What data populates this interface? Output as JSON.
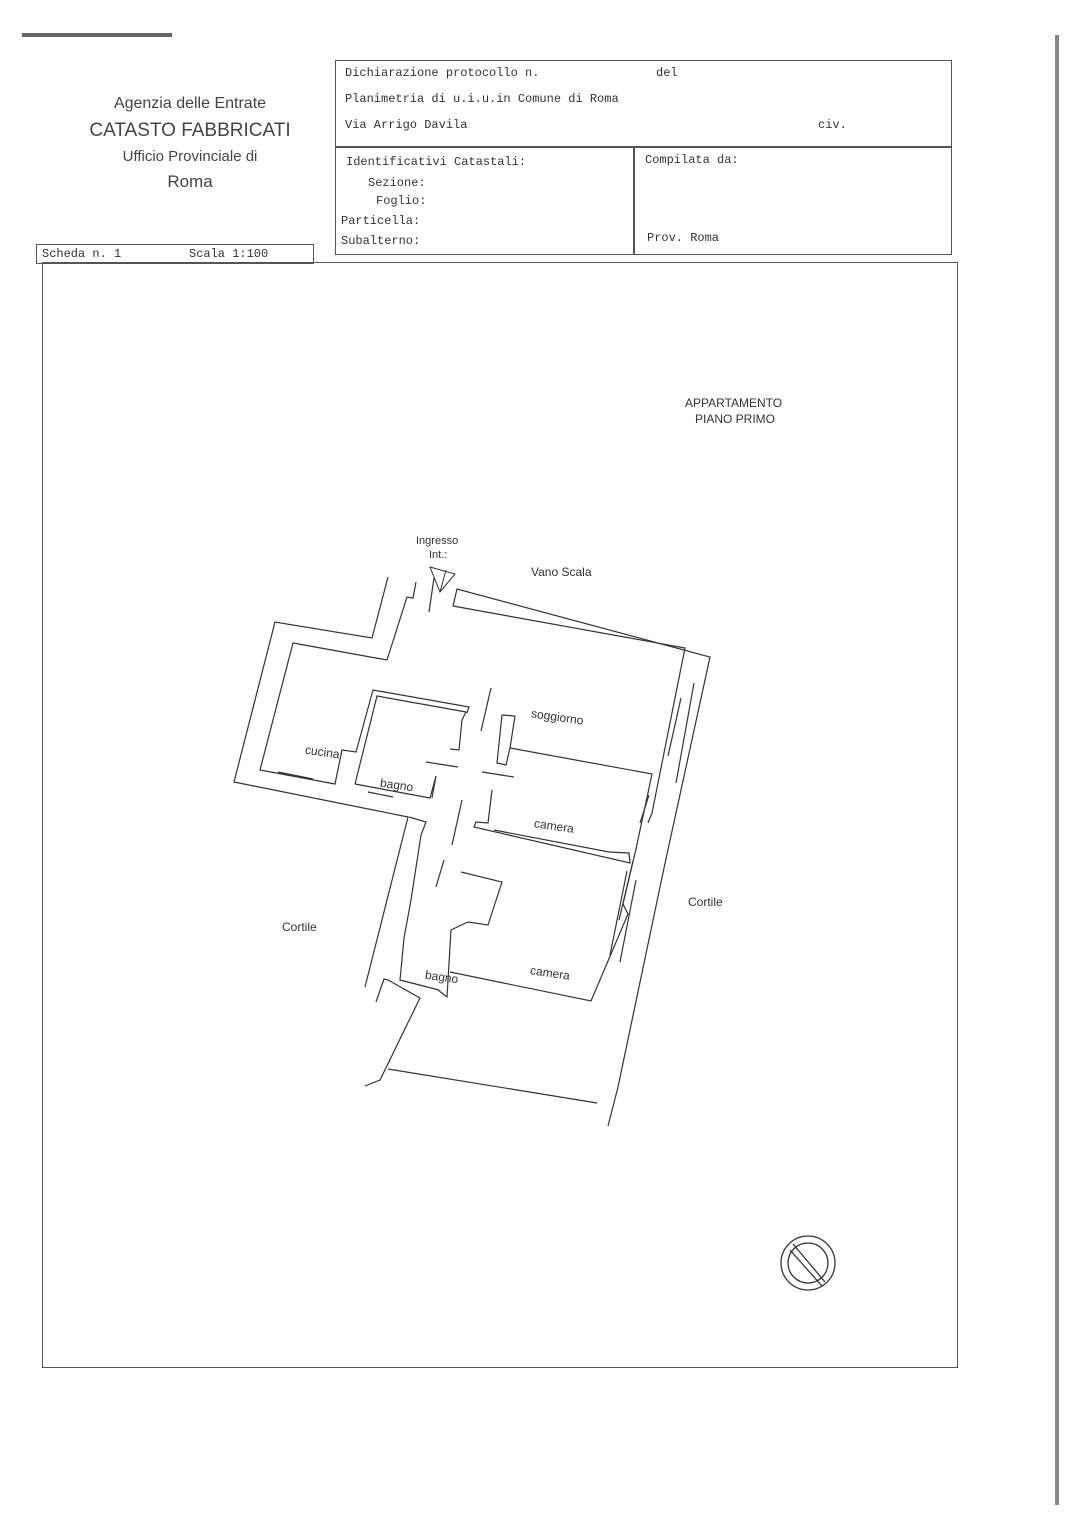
{
  "agency": {
    "line1": "Agenzia delle Entrate",
    "line2": "CATASTO FABBRICATI",
    "line3": "Ufficio Provinciale di",
    "line4": "Roma"
  },
  "header": {
    "protocol_label": "Dichiarazione protocollo n.",
    "del_label": "del",
    "planimetria": "Planimetria di u.i.u.in Comune di Roma",
    "address": "Via Arrigo Davila",
    "civ_label": "civ.",
    "identificativi_label": "Identificativi Catastali:",
    "sezione_label": "Sezione:",
    "foglio_label": "Foglio:",
    "particella_label": "Particella:",
    "subalterno_label": "Subalterno:",
    "compilata_label": "Compilata da:",
    "prov": "Prov. Roma"
  },
  "scheda": {
    "scheda_label": "Scheda n. 1",
    "scala_label": "Scala 1:100"
  },
  "plan": {
    "title_line1": "APPARTAMENTO",
    "title_line2": "PIANO PRIMO",
    "ingresso_line1": "Ingresso",
    "ingresso_line2": "Int.:",
    "vano_scala": "Vano Scala",
    "rooms": [
      "soggiorno",
      "cucina",
      "bagno",
      "camera",
      "camera",
      "bagno"
    ],
    "cortile_left": "Cortile",
    "cortile_right": "Cortile"
  }
}
